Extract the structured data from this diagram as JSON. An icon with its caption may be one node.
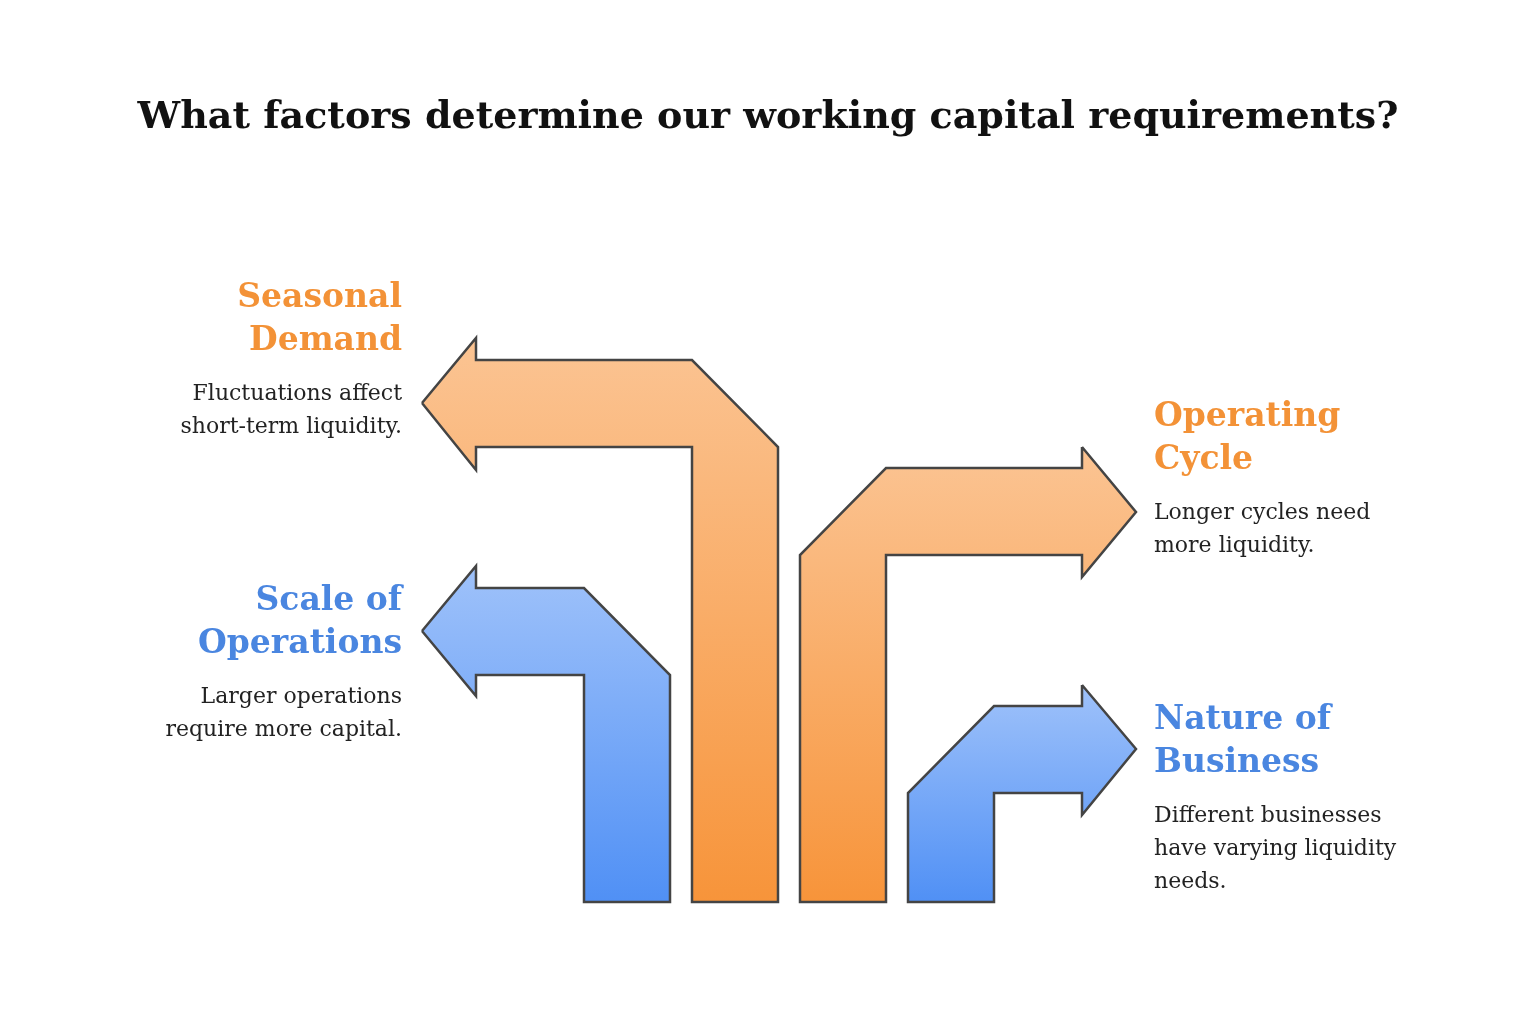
{
  "diagram": {
    "title": "What factors determine our working capital requirements?",
    "nodes": [
      {
        "text": [
          "Seasonal Demand",
          "Fluctuations affect short-term liquidity."
        ]
      },
      {
        "text": [
          "Operating Cycle",
          "Longer cycles need more liquidity."
        ]
      },
      {
        "text": [
          "Scale of Operations",
          "Larger operations require more capital."
        ]
      },
      {
        "text": [
          "Nature of Business",
          "Different businesses have varying liquidity needs."
        ]
      }
    ],
    "edges": [
      {
        "from": null,
        "to": 0,
        "arrow": "to",
        "color": "#f7943a"
      },
      {
        "from": null,
        "to": 1,
        "arrow": "to",
        "color": "#f7943a"
      },
      {
        "from": null,
        "to": 2,
        "arrow": "to",
        "color": "#5090f5"
      },
      {
        "from": null,
        "to": 3,
        "arrow": "to",
        "color": "#5090f5"
      }
    ]
  }
}
